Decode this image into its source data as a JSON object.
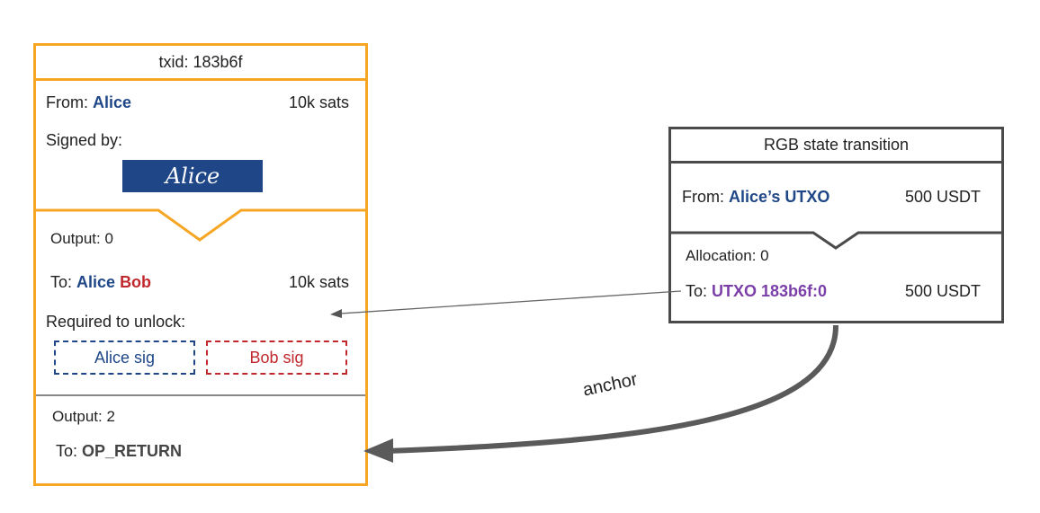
{
  "tx": {
    "header": "txid: 183b6f",
    "from_prefix": "From: ",
    "from_name": "Alice",
    "from_amount": "10k sats",
    "signed_by": "Signed by:",
    "signature": "Alice",
    "output0_label": "Output: 0",
    "to_prefix": "To: ",
    "to_alice": "Alice",
    "to_bob": "Bob",
    "to_amount": "10k sats",
    "required": "Required to unlock:",
    "alice_sig": "Alice sig",
    "bob_sig": "Bob sig",
    "output2_label": "Output: 2",
    "op_return_prefix": "To: ",
    "op_return": "OP_RETURN"
  },
  "rgb": {
    "header": "RGB state transition",
    "from_prefix": "From: ",
    "from_name": "Alice’s UTXO",
    "from_amount": "500 USDT",
    "allocation_label": "Allocation: 0",
    "to_prefix": "To: ",
    "to_utxo": "UTXO 183b6f:0",
    "to_amount": "500 USDT"
  },
  "anchor": "anchor",
  "colors": {
    "orange": "#f6a623",
    "blue": "#1f4788",
    "red": "#c0282d",
    "purple": "#7b3fa8",
    "gray": "#4a4a4a"
  }
}
